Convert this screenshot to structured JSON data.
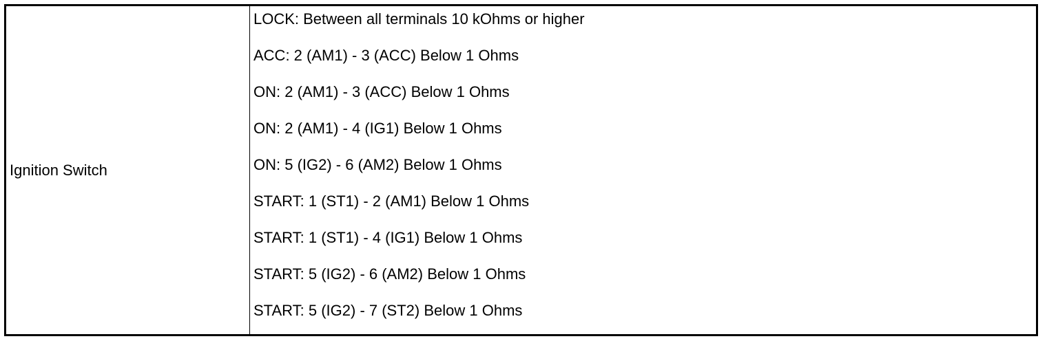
{
  "table": {
    "component": "Ignition Switch",
    "conditions": [
      "LOCK: Between all terminals 10 kOhms or higher",
      "ACC: 2 (AM1) - 3 (ACC) Below 1 Ohms",
      "ON: 2 (AM1) - 3 (ACC) Below 1 Ohms",
      "ON: 2 (AM1) - 4 (IG1) Below 1 Ohms",
      "ON: 5 (IG2) - 6 (AM2) Below 1 Ohms",
      "START: 1 (ST1) - 2 (AM1) Below 1 Ohms",
      "START: 1 (ST1) - 4 (IG1) Below 1 Ohms",
      "START: 5 (IG2) - 6 (AM2) Below 1 Ohms",
      "START: 5 (IG2) - 7 (ST2) Below 1 Ohms"
    ]
  }
}
